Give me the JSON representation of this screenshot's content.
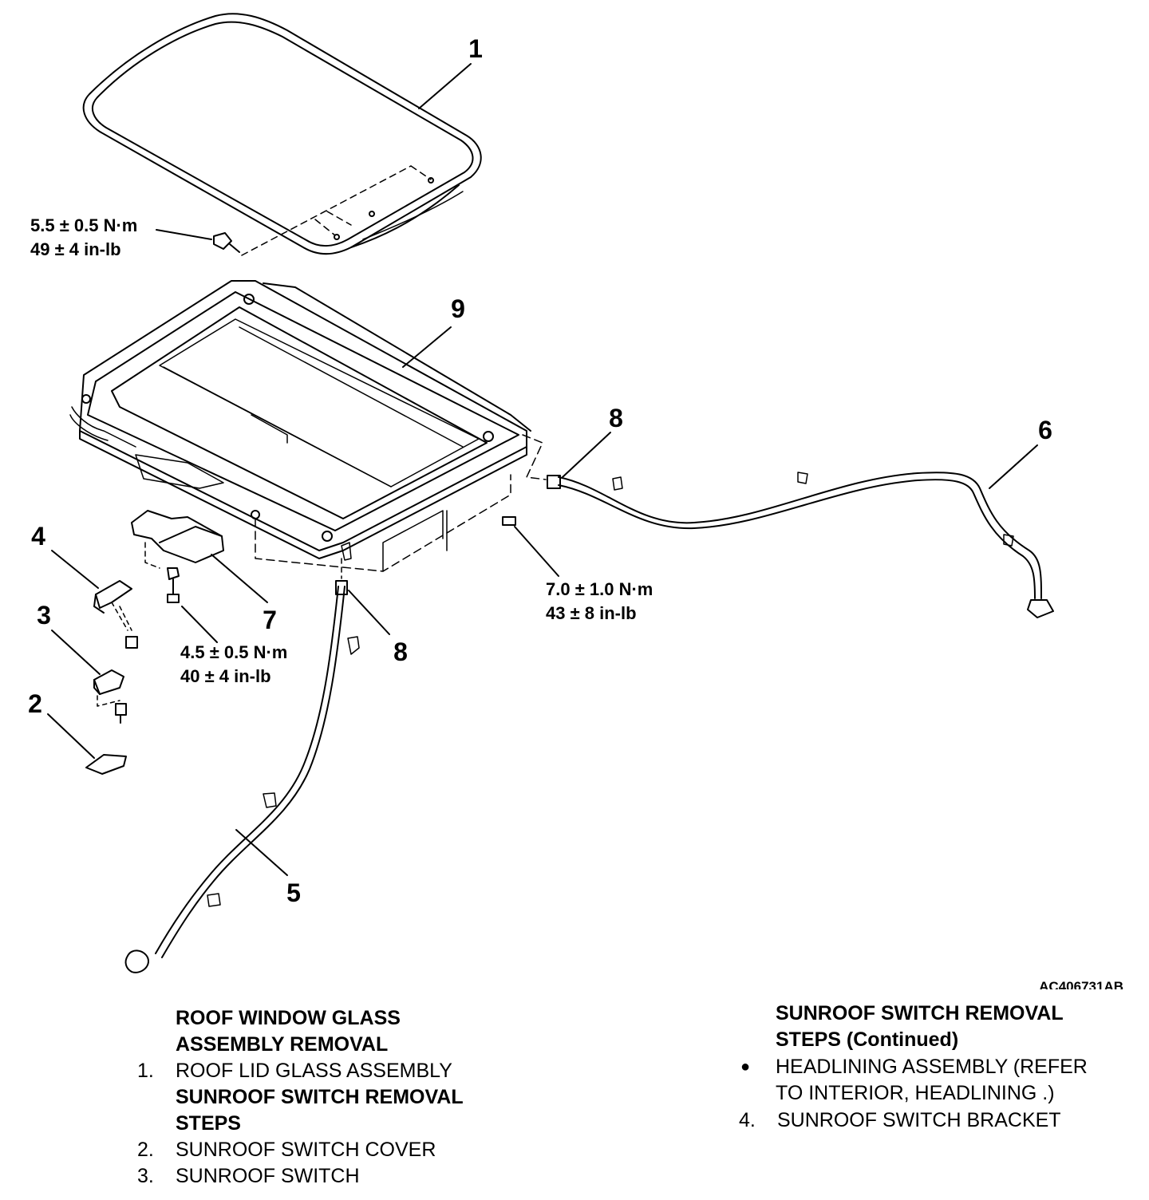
{
  "diagram": {
    "labels": {
      "n1": "1",
      "n2": "2",
      "n3": "3",
      "n4": "4",
      "n5": "5",
      "n6": "6",
      "n7": "7",
      "n8a": "8",
      "n8b": "8",
      "n9": "9"
    },
    "torques": {
      "glass": {
        "metric": "5.5 ± 0.5 N·m",
        "imperial": "49 ± 4 in-lb"
      },
      "frame": {
        "metric": "7.0 ± 1.0 N·m",
        "imperial": "43 ± 8 in-lb"
      },
      "motor": {
        "metric": "4.5 ± 0.5 N·m",
        "imperial": "40 ± 4 in-lb"
      }
    },
    "figure_id": "AC406731AB"
  },
  "left_column": {
    "heading1_line1": "ROOF WINDOW GLASS",
    "heading1_line2": "ASSEMBLY REMOVAL",
    "item1_num": "1.",
    "item1_text": "ROOF LID GLASS ASSEMBLY",
    "heading2_line1": "SUNROOF SWITCH REMOVAL",
    "heading2_line2": "STEPS",
    "item2_num": "2.",
    "item2_text": "SUNROOF SWITCH COVER",
    "item3_num": "3.",
    "item3_text": "SUNROOF SWITCH"
  },
  "right_column": {
    "heading_line1": "SUNROOF SWITCH REMOVAL",
    "heading_line2": "STEPS (Continued)",
    "bullet_text_line1": "HEADLINING ASSEMBLY (REFER",
    "bullet_text_line2": "TO INTERIOR, HEADLINING .)",
    "item4_num": "4.",
    "item4_text": "SUNROOF SWITCH BRACKET"
  }
}
